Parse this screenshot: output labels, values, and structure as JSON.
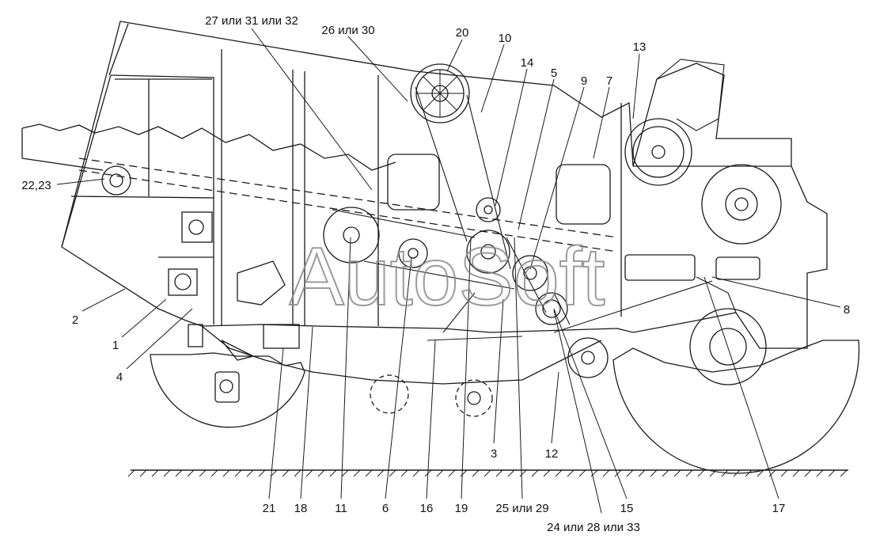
{
  "figure": {
    "watermark": "AutoSoft",
    "callouts": [
      {
        "id": "c27",
        "text": "27 или 31 или 32"
      },
      {
        "id": "c26",
        "text": "26 или 30"
      },
      {
        "id": "c20",
        "text": "20"
      },
      {
        "id": "c10",
        "text": "10"
      },
      {
        "id": "c14",
        "text": "14"
      },
      {
        "id": "c5",
        "text": "5"
      },
      {
        "id": "c9",
        "text": "9"
      },
      {
        "id": "c7",
        "text": "7"
      },
      {
        "id": "c13",
        "text": "13"
      },
      {
        "id": "c2223",
        "text": "22,23"
      },
      {
        "id": "c2",
        "text": "2"
      },
      {
        "id": "c1",
        "text": "1"
      },
      {
        "id": "c4",
        "text": "4"
      },
      {
        "id": "c8",
        "text": "8"
      },
      {
        "id": "c3",
        "text": "3"
      },
      {
        "id": "c12",
        "text": "12"
      },
      {
        "id": "c21",
        "text": "21"
      },
      {
        "id": "c18",
        "text": "18"
      },
      {
        "id": "c11",
        "text": "11"
      },
      {
        "id": "c6",
        "text": "6"
      },
      {
        "id": "c16",
        "text": "16"
      },
      {
        "id": "c19",
        "text": "19"
      },
      {
        "id": "c2529",
        "text": "25 или 29"
      },
      {
        "id": "c15",
        "text": "15"
      },
      {
        "id": "c17",
        "text": "17"
      },
      {
        "id": "c242833",
        "text": "24 или 28 или 33"
      }
    ],
    "colors": {
      "line": "#1a1a1a",
      "watermark": "#8a8a8a",
      "background": "#ffffff"
    }
  }
}
